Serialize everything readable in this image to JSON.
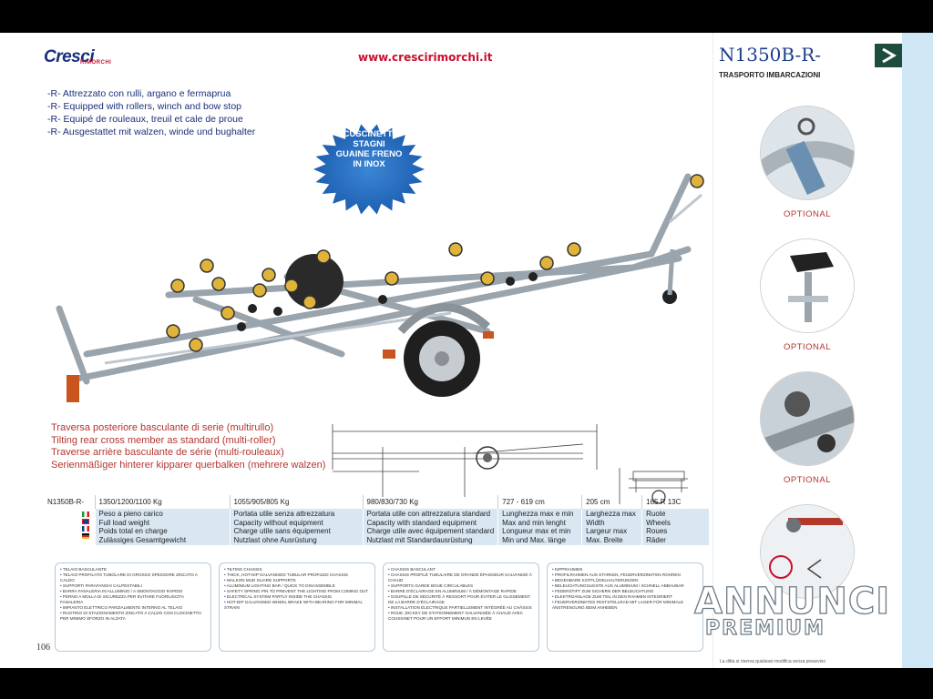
{
  "header": {
    "brand": "Cresci",
    "brand_sub": "RIMORCHI",
    "website": "www.crescirimorchi.it",
    "model": "N1350B-R-",
    "subtitle": "TRASPORTO IMBARCAZIONI"
  },
  "description": [
    "-R- Attrezzato con rulli, argano e fermaprua",
    "-R- Equipped with rollers, winch and bow stop",
    "-R- Equipé de rouleaux, treuil et cale de proue",
    "-R- Ausgestattet mit walzen, winde und bughalter"
  ],
  "badge": [
    "CUSCINETTI",
    "STAGNI",
    "GUAINE FRENO",
    "IN INOX"
  ],
  "rear_member": [
    "Traversa posteriore basculante di serie (multirullo)",
    "Tilting rear cross member as standard (multi-roller)",
    "Traverse arrière basculante de série (multi-rouleaux)",
    "Serienmäßiger hinterer kipparer querbalken (mehrere walzen)"
  ],
  "specs": {
    "model": "N1350B-R-",
    "headers": [
      "1350/1200/1100 Kg",
      "1055/905/805 Kg",
      "980/830/730 Kg",
      "727 - 619 cm",
      "205 cm",
      "165 R 13C"
    ],
    "col1": [
      "Peso a pieno carico",
      "Full load weight",
      "Poids total en charge",
      "Zulässiges Gesamtgewicht"
    ],
    "col2": [
      "Portata utile senza attrezzatura",
      "Capacity without equipment",
      "Charge utile sans équipement",
      "Nutzlast ohne Ausrüstung"
    ],
    "col3": [
      "Portata utile con attrezzatura standard",
      "Capacity with standard equipment",
      "Charge utile avec équipement standard",
      "Nutzlast mit Standardausrüstung"
    ],
    "col4": [
      "Lunghezza max e min",
      "Max and min lenght",
      "Longueur max et min",
      "Min und Max. länge"
    ],
    "col5": [
      "Larghezza max",
      "Width",
      "Largeur max",
      "Max. Breite"
    ],
    "col6": [
      "Ruote",
      "Wheels",
      "Roues",
      "Räder"
    ]
  },
  "features": [
    [
      "TELAIO BASCULANTE",
      "TELAIO PROFILATO TUBOLARE DI GROSSO SPESSORE ZINCATO A CALDO",
      "SUPPORTI PARAFANGHI CALPESTABILI",
      "BARRA FANALERIA IN ALLUMINIO / A SMONTAGGIO RAPIDO",
      "PERNO A MOLLA DI SICUREZZA PER EVITARE FUORIUSCITA FANALERIA",
      "IMPIANTO ELETTRICO PARZIALMENTE INTERNO AL TELAIO",
      "RUOTINO DI STAZIONAMENTO ZINCATO A CALDO CON CUSCINETTO PER MINIMO SFORZO IN ALZATA"
    ],
    [
      "TILTING CHASSIS",
      "THICK, HOT-DIP GALVANISED TUBULAR PROFILED CHASSIS",
      "WALKON MUD GUARD SUPPORTS",
      "ALUMINIUM LIGHTING BAR / QUICK TO DISASSEMBLE",
      "SAFETY SPRING PIN TO PREVENT THE LIGHTING FROM COMING OUT",
      "ELECTRICAL SYSTEM PARTLY INSIDE THE CHASSIS",
      "HOT-DIP GALVANISED WHEEL BRAKE WITH BEARING FOR MINIMAL STRAIN"
    ],
    [
      "CHASSIS BASCULANT",
      "CHASSIS PROFILÉ TUBULAIRE DE GRANDE ÉPAISSEUR GALVANISÉ À CHAUD",
      "SUPPORTS GARDE BOUE CIRCULABLES",
      "BARRE D'ÉCLAIRAGE EN ALUMINIUM / À DÉMONTAGE RAPIDE",
      "GOUPILLE DE SÉCURITÉ À RESSORT POUR ÉVITER LE GLISSEMENT DE LA BARRE D'ÉCLAIRAGE",
      "INSTALLATION ÉLECTRIQUE PARTIELLEMENT INTÉGRÉE AU CHÂSSIS",
      "ROUE JOCKEY DE STATIONNEMENT GALVANISÉE À CHAUD AVEC COUSSINET POUR UN EFFORT MINIMUN EN LEVÉE"
    ],
    [
      "KIPPRAHMEN",
      "PROFILRAHMEN AUS STARKEN, FEUERVERZINKTEN ROHREN",
      "BEGEHBARE KOTFLÜGELHALTERUNGEN",
      "BELEUCHTUNGSLEISTE AUS ALUMINIUM / SCHNELL ABBAUBAR",
      "FEDERSTIFT ZUM SICHERN DER BELEUCHTUNG",
      "ELEKTROANLAGE ZUM TEIL IN DEN RAHMEN INTEGRIERT",
      "FEUERVERZINKTES FESTSTELLRAD MIT LAGER FÜR MINIMALE ANSTRENGUNG BEIM ANHEBEN"
    ]
  ],
  "page_number": "106",
  "optional_label": "OPTIONAL",
  "watermark": [
    "ANNUNCI",
    "PREMIUM"
  ],
  "footnote": "La ditta si riserva qualsiasi modifica senza preavviso"
}
